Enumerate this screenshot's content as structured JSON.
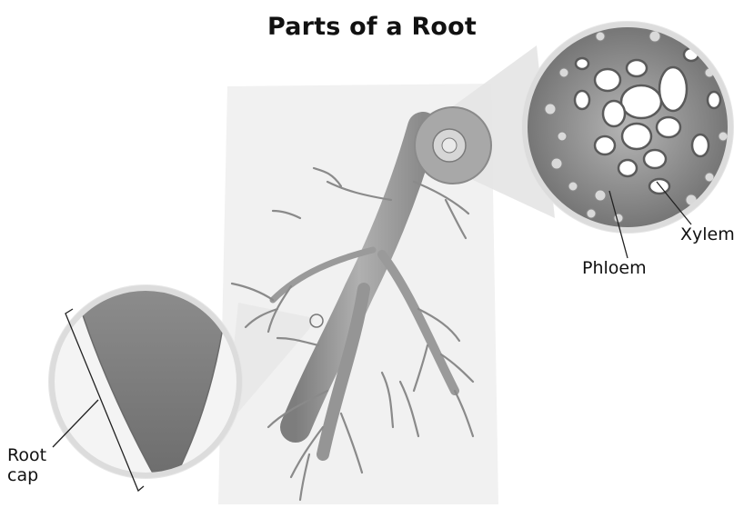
{
  "title": "Parts of a Root",
  "labels": {
    "xylem": "Xylem",
    "phloem": "Phloem",
    "root_cap_line1": "Root",
    "root_cap_line2": "cap"
  },
  "colors": {
    "background": "#ffffff",
    "panel": "#f0f0f0",
    "root": "#9a9a9a",
    "tissue": "#8c8c8c",
    "magnifier_border": "#dcdcdc",
    "text": "#111111"
  }
}
